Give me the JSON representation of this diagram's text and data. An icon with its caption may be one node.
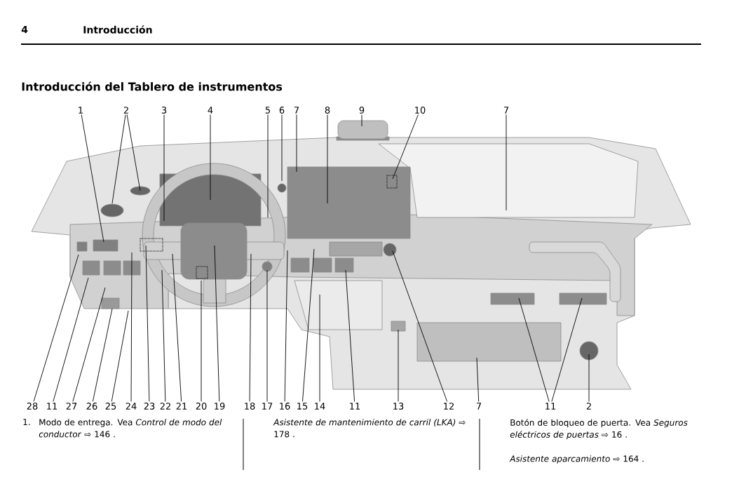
{
  "diagram": {
    "title": "Introducción del Tablero de instrumentos",
    "nodes": [
      {
        "text": [
          "1"
        ]
      },
      {
        "text": [
          "2"
        ]
      },
      {
        "text": [
          "3"
        ]
      },
      {
        "text": [
          "4"
        ]
      },
      {
        "text": [
          "5"
        ]
      },
      {
        "text": [
          "6"
        ]
      },
      {
        "text": [
          "7"
        ]
      },
      {
        "text": [
          "8"
        ]
      },
      {
        "text": [
          "9"
        ]
      },
      {
        "text": [
          "10"
        ]
      },
      {
        "text": [
          "7"
        ]
      },
      {
        "text": [
          "28"
        ]
      },
      {
        "text": [
          "11"
        ]
      },
      {
        "text": [
          "27"
        ]
      },
      {
        "text": [
          "26"
        ]
      },
      {
        "text": [
          "25"
        ]
      },
      {
        "text": [
          "24"
        ]
      },
      {
        "text": [
          "23"
        ]
      },
      {
        "text": [
          "22"
        ]
      },
      {
        "text": [
          "21"
        ]
      },
      {
        "text": [
          "20"
        ]
      },
      {
        "text": [
          "19"
        ]
      },
      {
        "text": [
          "18"
        ]
      },
      {
        "text": [
          "17"
        ]
      },
      {
        "text": [
          "16"
        ]
      },
      {
        "text": [
          "15"
        ]
      },
      {
        "text": [
          "14"
        ]
      },
      {
        "text": [
          "11"
        ]
      },
      {
        "text": [
          "13"
        ]
      },
      {
        "text": [
          "12"
        ]
      },
      {
        "text": [
          "7"
        ]
      },
      {
        "text": [
          "11"
        ]
      },
      {
        "text": [
          "2"
        ]
      }
    ],
    "edges": [
      {
        "from": 0,
        "to": null,
        "arrow": "none"
      },
      {
        "from": 1,
        "to": null,
        "arrow": "none"
      },
      {
        "from": 1,
        "to": null,
        "arrow": "none"
      },
      {
        "from": 2,
        "to": null,
        "arrow": "none"
      },
      {
        "from": 3,
        "to": null,
        "arrow": "none"
      },
      {
        "from": 4,
        "to": null,
        "arrow": "none"
      },
      {
        "from": 5,
        "to": null,
        "arrow": "none"
      },
      {
        "from": 6,
        "to": null,
        "arrow": "none"
      },
      {
        "from": 7,
        "to": null,
        "arrow": "none"
      },
      {
        "from": 8,
        "to": null,
        "arrow": "none"
      },
      {
        "from": 9,
        "to": null,
        "arrow": "none"
      },
      {
        "from": 10,
        "to": null,
        "arrow": "none"
      },
      {
        "from": 11,
        "to": null,
        "arrow": "none"
      },
      {
        "from": 12,
        "to": null,
        "arrow": "none"
      },
      {
        "from": 13,
        "to": null,
        "arrow": "none"
      },
      {
        "from": 14,
        "to": null,
        "arrow": "none"
      },
      {
        "from": 15,
        "to": null,
        "arrow": "none"
      },
      {
        "from": 16,
        "to": null,
        "arrow": "none"
      },
      {
        "from": 17,
        "to": null,
        "arrow": "none"
      },
      {
        "from": 18,
        "to": null,
        "arrow": "none"
      },
      {
        "from": 19,
        "to": null,
        "arrow": "none"
      },
      {
        "from": 20,
        "to": null,
        "arrow": "none"
      },
      {
        "from": 21,
        "to": null,
        "arrow": "none"
      },
      {
        "from": 22,
        "to": null,
        "arrow": "none"
      },
      {
        "from": 23,
        "to": null,
        "arrow": "none"
      },
      {
        "from": 24,
        "to": null,
        "arrow": "none"
      },
      {
        "from": 25,
        "to": null,
        "arrow": "none"
      },
      {
        "from": 26,
        "to": null,
        "arrow": "none"
      },
      {
        "from": 27,
        "to": null,
        "arrow": "none"
      },
      {
        "from": 28,
        "to": null,
        "arrow": "none"
      },
      {
        "from": 29,
        "to": null,
        "arrow": "none"
      },
      {
        "from": 30,
        "to": null,
        "arrow": "none"
      },
      {
        "from": 31,
        "to": null,
        "arrow": "none"
      },
      {
        "from": 31,
        "to": null,
        "arrow": "none"
      },
      {
        "from": 32,
        "to": null,
        "arrow": "none"
      }
    ],
    "labels": [
      "4",
      "Introducción",
      "1.",
      "Modo de entrega. Vea *Control de modo del conductor* ⇨ 146 .",
      "*Asistente de mantenimiento de carril (LKA)* ⇨ 178 .",
      "Botón de bloqueo de puerta. Vea *Seguros eléctricos de puertas* ⇨ 16 .",
      "*Asistente aparcamiento* ⇨ 164 ."
    ]
  }
}
